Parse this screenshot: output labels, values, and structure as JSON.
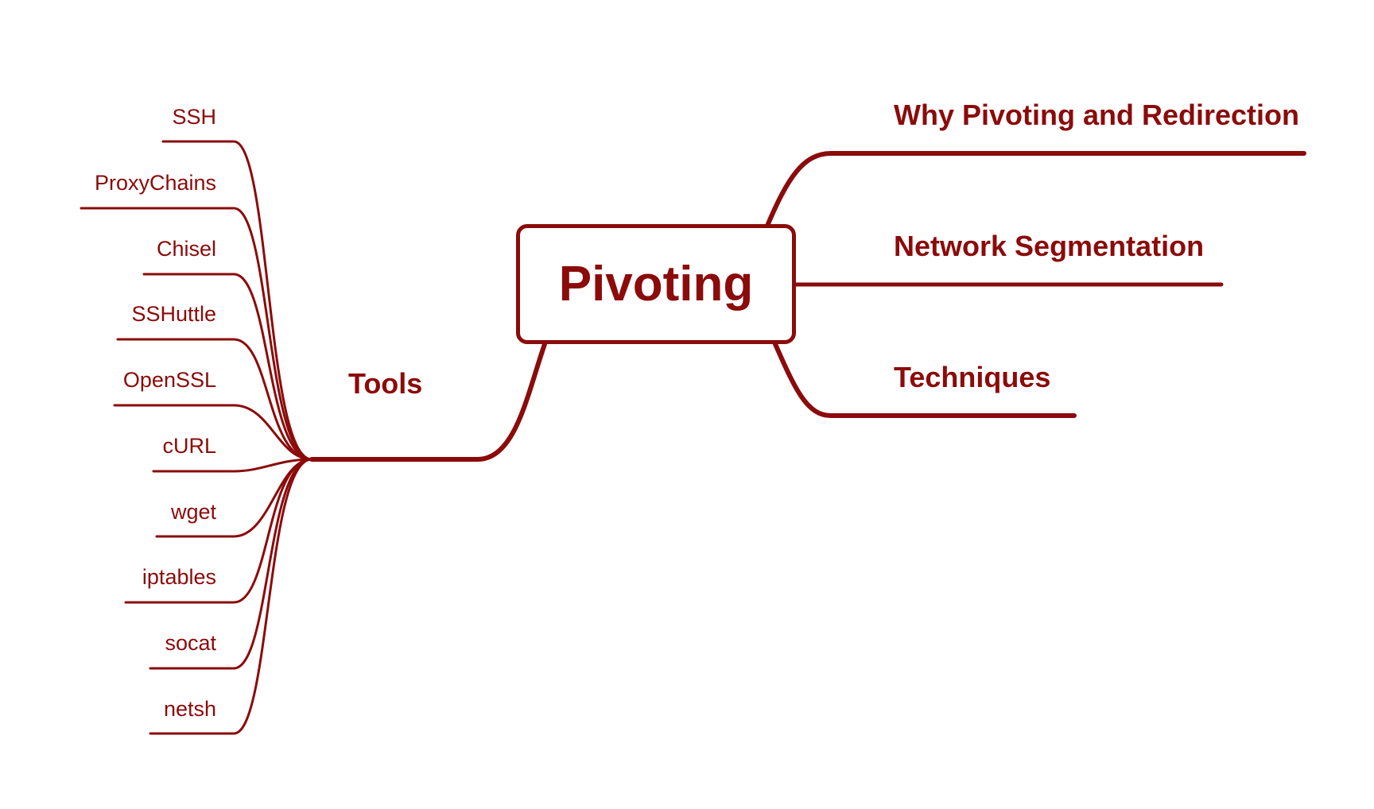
{
  "center": {
    "label": "Pivoting"
  },
  "branches": {
    "why": "Why Pivoting and Redirection",
    "segmentation": "Network Segmentation",
    "techniques": "Techniques",
    "tools": "Tools"
  },
  "tools": {
    "items": [
      "SSH",
      "ProxyChains",
      "Chisel",
      "SSHuttle",
      "OpenSSL",
      "cURL",
      "wget",
      "iptables",
      "socat",
      "netsh"
    ]
  },
  "colors": {
    "accent": "#8b0b0b",
    "background": "#ffffff"
  }
}
